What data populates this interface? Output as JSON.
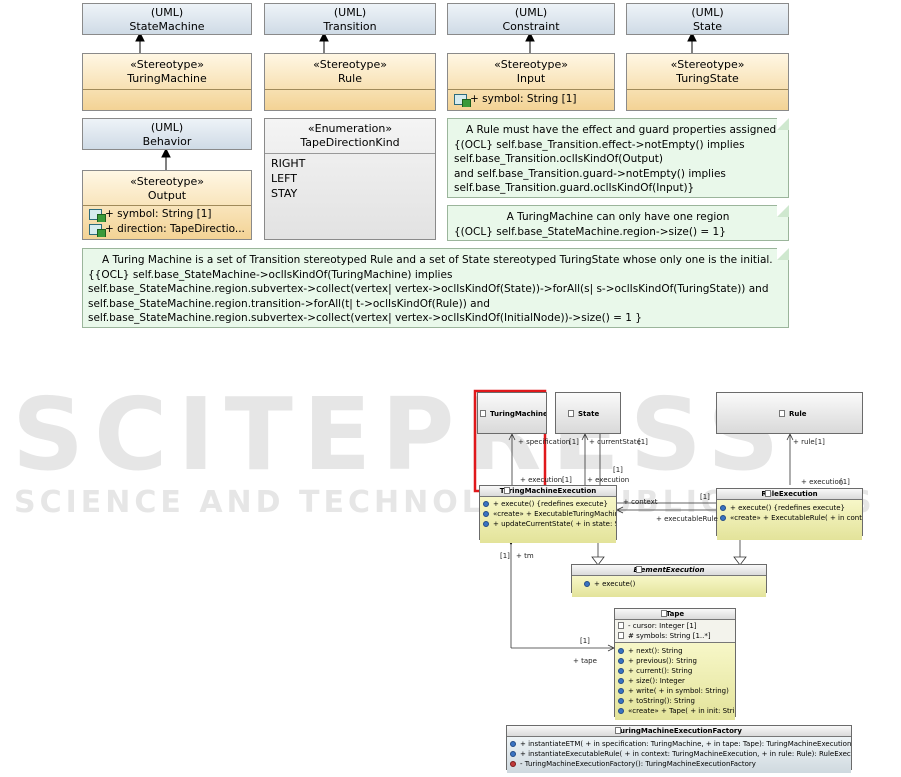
{
  "top": {
    "uml_boxes": [
      {
        "kind": "(UML)",
        "name": "StateMachine"
      },
      {
        "kind": "(UML)",
        "name": "Transition"
      },
      {
        "kind": "(UML)",
        "name": "Constraint"
      },
      {
        "kind": "(UML)",
        "name": "State"
      },
      {
        "kind": "(UML)",
        "name": "Behavior"
      }
    ],
    "stereotypes": [
      {
        "kind": "«Stereotype»",
        "name": "TuringMachine"
      },
      {
        "kind": "«Stereotype»",
        "name": "Rule"
      },
      {
        "kind": "«Stereotype»",
        "name": "Input",
        "attr": "+ symbol: String [1]"
      },
      {
        "kind": "«Stereotype»",
        "name": "TuringState"
      },
      {
        "kind": "«Stereotype»",
        "name": "Output",
        "attrs": [
          "+ symbol: String [1]",
          "+ direction: TapeDirectio..."
        ]
      }
    ],
    "enumeration": {
      "kind": "«Enumeration»",
      "name": "TapeDirectionKind",
      "literals": [
        "RIGHT",
        "LEFT",
        "STAY"
      ]
    },
    "notes": {
      "rule": [
        "A Rule must have the effect and guard properties assigned",
        "{(OCL} self.base_Transition.effect->notEmpty() implies",
        "self.base_Transition.oclIsKindOf(Output)",
        "and self.base_Transition.guard->notEmpty() implies",
        "self.base_Transition.guard.oclIsKindOf(Input)}"
      ],
      "region": [
        "A TuringMachine can only have one region",
        "{(OCL} self.base_StateMachine.region->size() = 1}"
      ],
      "machine": [
        "A Turing Machine is a set of Transition stereotyped Rule and a set of State stereotyped TuringState whose only one is the initial.",
        "{{OCL} self.base_StateMachine->oclIsKindOf(TuringMachine) implies",
        "self.base_StateMachine.region.subvertex->collect(vertex| vertex->oclIsKindOf(State))->forAll(s| s->oclIsKindOf(TuringState)) and",
        "self.base_StateMachine.region.transition->forAll(t| t->oclIsKindOf(Rule)) and",
        "self.base_StateMachine.region.subvertex->collect(vertex| vertex->oclIsKindOf(InitialNode))->size() = 1 }"
      ]
    }
  },
  "bottom": {
    "classes": {
      "turing_machine": "TuringMachine",
      "state": "State",
      "rule": "Rule",
      "tm_exec": {
        "name": "TuringMachineExecution",
        "ops": [
          "+ execute() {redefines execute}",
          "«create» + ExecutableTuringMachin...",
          "+ updateCurrentState( + in state: Sta..."
        ]
      },
      "rule_exec": {
        "name": "RuleExecution",
        "ops": [
          "+ execute() {redefines execute}",
          "«create» + ExecutableRule( + in contex..."
        ]
      },
      "element_exec": {
        "name": "ElementExecution",
        "ops": [
          "+ execute()"
        ]
      },
      "tape": {
        "name": "Tape",
        "attrs": [
          "- cursor: Integer [1]",
          "# symbols: String [1..*]"
        ],
        "ops": [
          "+ next(): String",
          "+ previous(): String",
          "+ current(): String",
          "+ size(): Integer",
          "+ write( + in symbol: String)",
          "+ toString(): String",
          "«create» + Tape( + in init: Strin..."
        ]
      },
      "factory": {
        "name": "TuringMachineExecutionFactory",
        "ops": [
          "+ instantiateETM( + in specification: TuringMachine,  + in tape: Tape): TuringMachineExecution",
          "+ instantiateExecutableRule( + in context: TuringMachineExecution,  + in rule: Rule): RuleExecution",
          "- TuringMachineExecutionFactory(): TuringMachineExecutionFactory"
        ]
      }
    },
    "labels": {
      "specification": "+ specification",
      "spec_mult": "[1]",
      "current_state": "+ currentState",
      "cs_mult": "[1]",
      "execution_left": "+ execution",
      "exec_left_mult": "[1]",
      "mult_1_state": "[1]",
      "execution_mid": "+ execution",
      "context": "+ context",
      "context_mult": "[1]",
      "executable_rule": "+ executableRule",
      "rule_role": "+ rule",
      "rule_mult": "[1]",
      "execution_right": "+ execution",
      "exec_right_mult": "[1]",
      "tm_mult": "[1]",
      "tm_role": "+ tm",
      "tape_mult": "[1]",
      "tape_role": "+ tape"
    },
    "watermark": {
      "big": "SCITEPRESS",
      "sub": "SCIENCE AND TECHNOLOGY PUBLICATIONS"
    },
    "colors": {
      "highlight": "#e0181b",
      "note_fill": "#e9f8ea",
      "stereotype_fill": "#f3d395",
      "uml_fill": "#cfdbe6",
      "operation_fill": "#e3e39a"
    }
  }
}
